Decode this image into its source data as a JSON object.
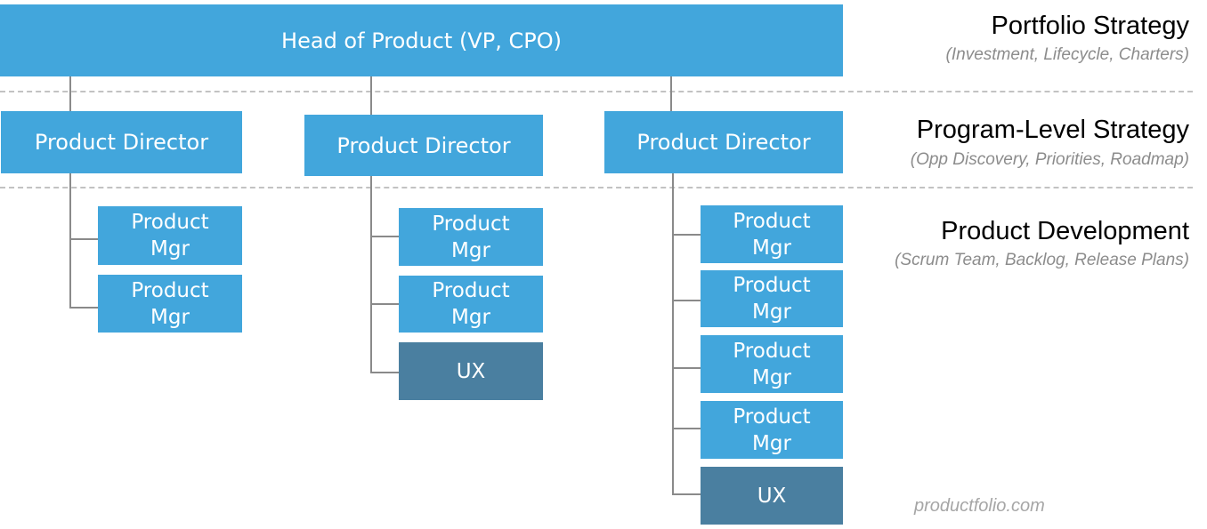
{
  "head": {
    "label": "Head of Product (VP, CPO)"
  },
  "levels": [
    {
      "title": "Portfolio Strategy",
      "subtitle": "(Investment, Lifecycle, Charters)"
    },
    {
      "title": "Program-Level Strategy",
      "subtitle": "(Opp Discovery, Priorities, Roadmap)"
    },
    {
      "title": "Product Development",
      "subtitle": "(Scrum Team, Backlog, Release Plans)"
    }
  ],
  "directors": [
    {
      "label": "Product Director",
      "reports": [
        "Product\nMgr",
        "Product\nMgr"
      ]
    },
    {
      "label": "Product Director",
      "reports": [
        "Product\nMgr",
        "Product\nMgr",
        "UX"
      ]
    },
    {
      "label": "Product Director",
      "reports": [
        "Product\nMgr",
        "Product\nMgr",
        "Product\nMgr",
        "Product\nMgr",
        "UX"
      ]
    }
  ],
  "credit": "productfolio.com"
}
